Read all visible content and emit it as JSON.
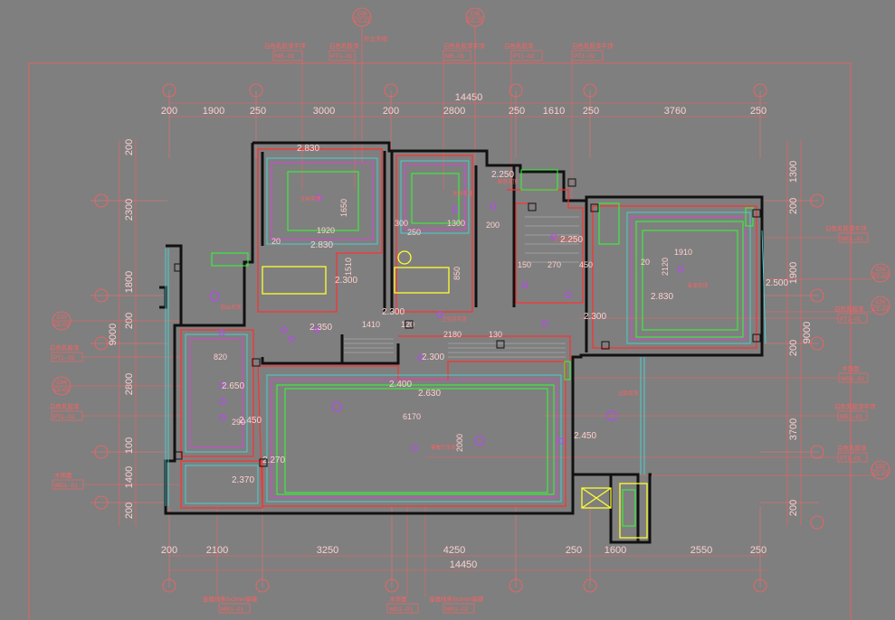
{
  "drawing": {
    "overall_top": "14450",
    "overall_bottom": "14450",
    "top_dims": [
      "200",
      "1900",
      "250",
      "3000",
      "200",
      "2800",
      "250",
      "1610",
      "250",
      "3760",
      "250"
    ],
    "bottom_dims": [
      "200",
      "2100",
      "3250",
      "4250",
      "250",
      "1600",
      "2550",
      "250"
    ],
    "left_dims": [
      "200",
      "2300",
      "1800",
      "200",
      "2800",
      "100",
      "1400",
      "200"
    ],
    "left_total": "9000",
    "right_dims": [
      "200",
      "1300",
      "1900",
      "200",
      "3700",
      "200"
    ],
    "right_total": "9000",
    "top_tags": [
      {
        "line1": "C06",
        "line2": "CC-22"
      },
      {
        "line1": "C05",
        "line2": "CC-25"
      }
    ],
    "left_tags": [
      {
        "line1": "C03",
        "line2": "CC-02"
      },
      {
        "line1": "C04",
        "line2": "CC-02"
      }
    ],
    "right_tags": [
      {
        "line1": "C04",
        "line2": "CC-02"
      },
      {
        "line1": "C04",
        "line2": "CC-02"
      },
      {
        "line1": "C02",
        "line2": "CC-02"
      }
    ],
    "top_notes": [
      {
        "text": "白色乳胶漆平顶",
        "code": "ME--01"
      },
      {
        "text": "白色乳胶漆",
        "code": "PT1--01"
      },
      {
        "text": "白色乳胶漆平顶",
        "code": "ME--01"
      },
      {
        "text": "白色乳胶漆",
        "code": "PT1--02"
      }
    ],
    "top_note_short": "外立天线",
    "left_notes": [
      {
        "text": "白色乳胶漆",
        "code": "PT1--02"
      },
      {
        "text": "白色乳胶漆",
        "code": "PT1--02"
      },
      {
        "text": "木饰面",
        "code": "WD1--01"
      }
    ],
    "right_notes": [
      {
        "text": "白色乳胶漆平顶",
        "code": "ME1--01"
      },
      {
        "text": "白色乳胶漆",
        "code": "PT1--01"
      },
      {
        "text": "木饰面",
        "code": "WD1--01"
      },
      {
        "text": "白色乳胶漆平顶",
        "code": "ME1--01"
      },
      {
        "text": "白色乳胶漆",
        "code": "PT1--01"
      }
    ],
    "bottom_notes": [
      {
        "text": "金属线条5x3mm留缝",
        "code": "MR1--01"
      },
      {
        "text": "木饰面",
        "code": "WD1--01"
      },
      {
        "text": "金属线条5x3mm留缝",
        "code": "MR1--02"
      }
    ],
    "room_labels": [
      "主卧吊顶",
      "次卧吊顶",
      "卧室吊顶",
      "厨房吊顶",
      "阳台吊顶",
      "过道吊顶",
      "客餐厅吊顶",
      "卫生间吊顶",
      "卫生间吊顶"
    ],
    "ceiling_heights": [
      "2.830",
      "2.830",
      "2.830",
      "2.250",
      "2.500",
      "2.300",
      "2.300",
      "2.300",
      "2.250",
      "2.350",
      "2.650",
      "2.450",
      "2.370",
      "2.270",
      "2.450",
      "2.630",
      "2.300",
      "2.400"
    ],
    "small_dims": [
      "1920",
      "1650",
      "1300",
      "1910",
      "2120",
      "6170",
      "2000",
      "270",
      "450",
      "850",
      "200",
      "300",
      "150",
      "20",
      "250",
      "1410",
      "120",
      "2180",
      "130",
      "820",
      "290",
      "1510",
      "20"
    ]
  }
}
